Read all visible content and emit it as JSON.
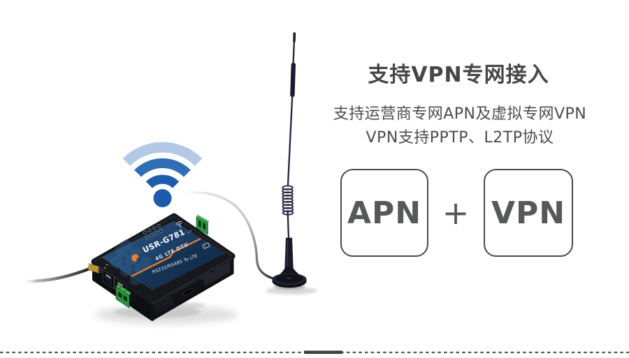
{
  "section": {
    "title": "支持VPN专网接入",
    "description_line1": "支持运营商专网APN及虚拟专网VPN",
    "description_line2": "VPN支持PPTP、L2TP协议"
  },
  "badges": {
    "apn_label": "APN",
    "plus_sign": "+",
    "vpn_label": "VPN",
    "border_color": "#4a4a4c",
    "label_color": "#57585a"
  },
  "device": {
    "model_label": "USR-G781",
    "type_label": "4G LTE DTU",
    "interface_label": "RS232/RS485 To LTE",
    "top_face_color": "#1c4066",
    "accent_stripe_color": "#ee7e2a",
    "case_color": "#17181c",
    "terminal_block_color": "#2c9440",
    "logo_color": "#ee7e2b"
  },
  "wifi_icon": {
    "outer_arc_color": "#b3c9e6",
    "middle_arc_color": "#2f6eb5",
    "inner_arc_color": "#1e5cab",
    "dot_color": "#1e5cab"
  },
  "antenna": {
    "body_color": "#24243b"
  },
  "divider": {
    "dash_color": "#575757",
    "solid_segment_color": "#3f3f3f"
  },
  "text_colors": {
    "title": "#464646",
    "description": "#4c4c4c"
  },
  "background_color": "#ffffff"
}
